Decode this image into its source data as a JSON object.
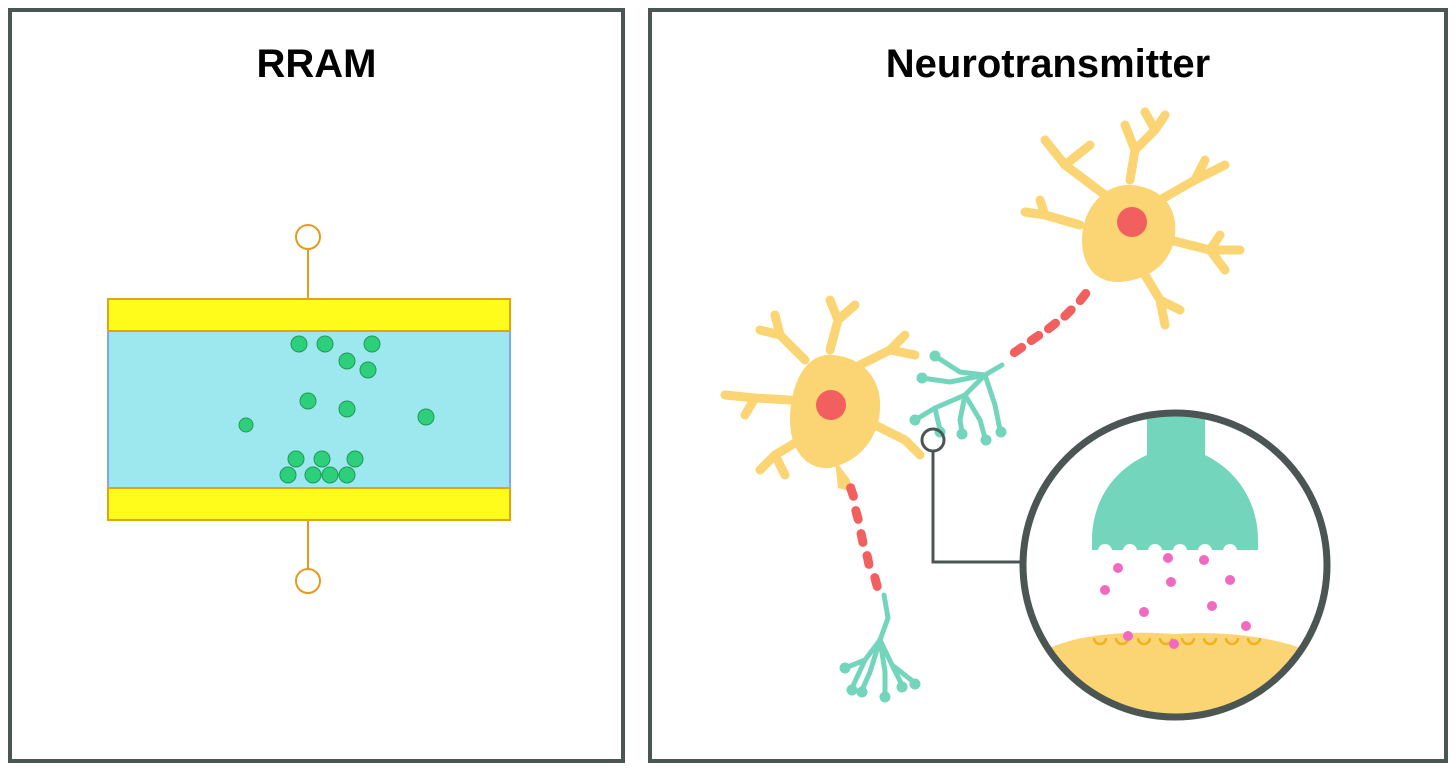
{
  "left_panel": {
    "title": "RRAM"
  },
  "right_panel": {
    "title": "Neurotransmitter"
  },
  "colors": {
    "panel_border": "#4b5654",
    "electrode_yellow": "#fffb1a",
    "electrode_edge": "#e2a50f",
    "insulator_cyan": "#9de8ef",
    "insulator_edge": "#7ea7ea",
    "terminal_orange": "#e79a20",
    "ion_green": "#2ecf7b",
    "ion_edge": "#1f9a58",
    "neuron_body": "#fbd573",
    "nucleus": "#f25f5f",
    "myelin": "#f25f5f",
    "axon_terminal": "#74d5bd",
    "vesicle_pink": "#f269c2",
    "zoom_ring": "#4b5654"
  },
  "icons": {
    "rram": [
      "top-terminal-icon",
      "bottom-terminal-icon",
      "top-electrode",
      "bottom-electrode",
      "insulator-layer",
      "ion-dots"
    ],
    "neuro": [
      "neuron-cell-icon",
      "neuron-nucleus-icon",
      "myelin-sheath-icon",
      "axon-terminal-icon",
      "synapse-zoom-icon",
      "neurotransmitter-dots"
    ]
  }
}
